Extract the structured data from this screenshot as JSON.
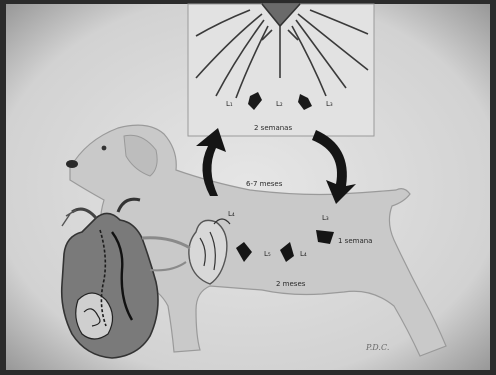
{
  "diagram": {
    "inset_stage_labels": [
      "L₁",
      "L₂",
      "L₃"
    ],
    "inset_duration": "2 semanas",
    "migration_duration": "6-7 meses",
    "body_stage_labels": [
      "L₄",
      "L₅",
      "L₄",
      "L₃"
    ],
    "body_duration_1": "1 semana",
    "body_duration_2": "2 meses",
    "signature": "P.D.C."
  }
}
